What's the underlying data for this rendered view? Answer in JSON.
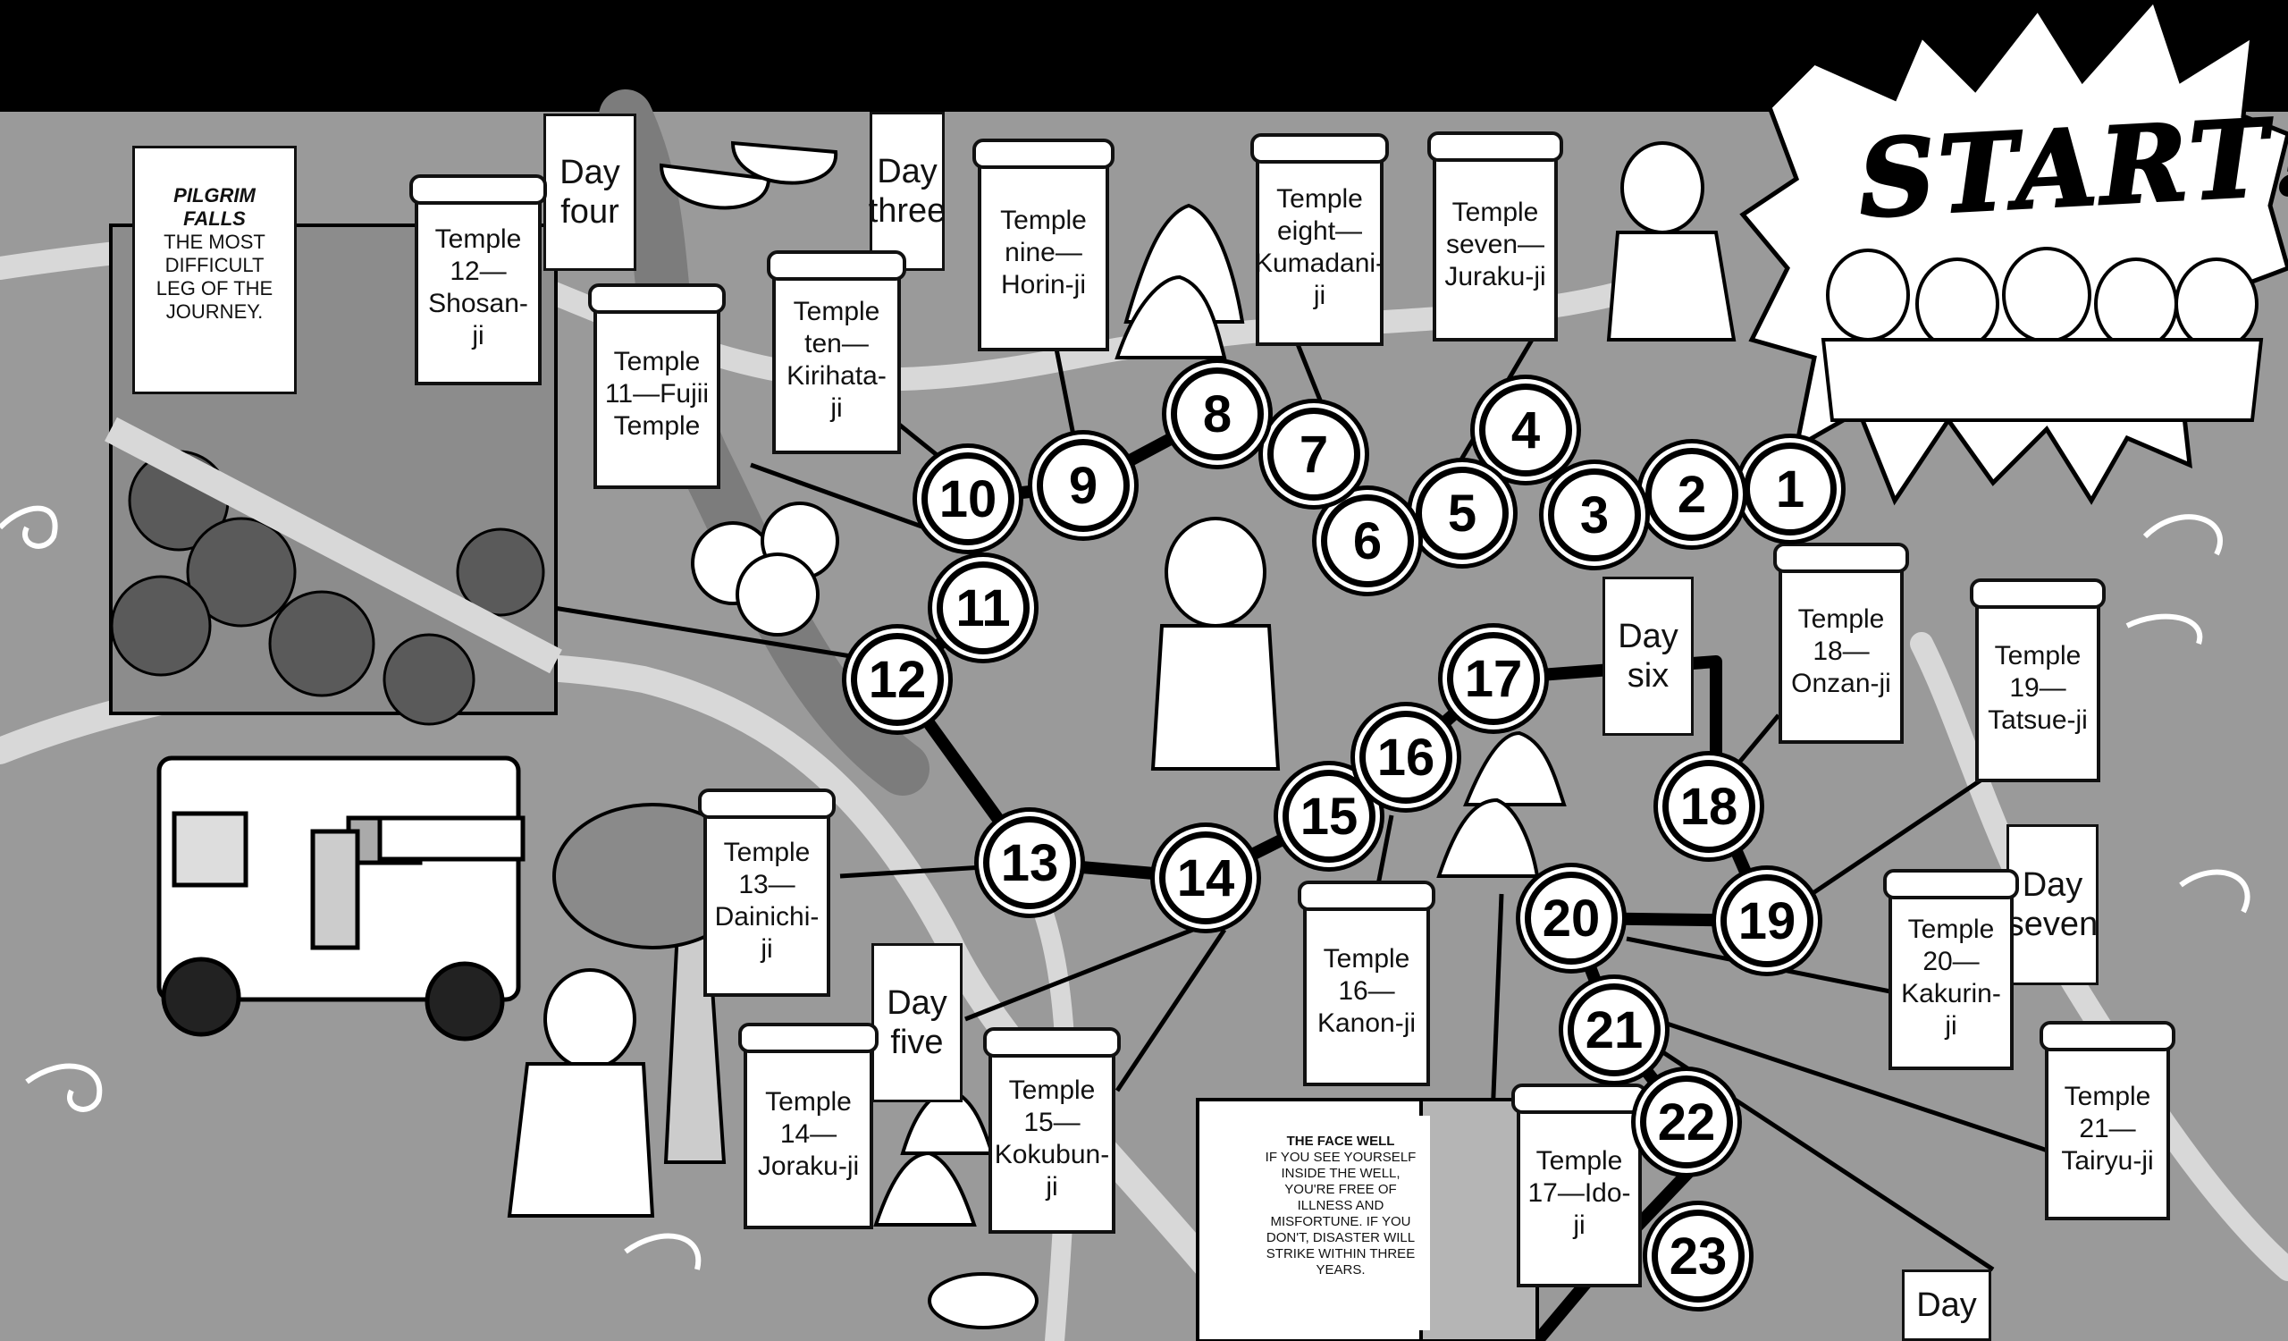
{
  "title": "START!",
  "pilgrim_falls": {
    "heading": "PILGRIM FALLS",
    "text": "THE MOST DIFFICULT LEG OF THE JOURNEY."
  },
  "face_well": {
    "heading": "THE FACE WELL",
    "text": "IF YOU SEE YOURSELF INSIDE THE WELL, YOU'RE FREE OF ILLNESS AND MISFORTUNE. IF YOU DON'T, DISASTER WILL STRIKE WITHIN THREE YEARS."
  },
  "days": {
    "three": "Day\nthree",
    "four": "Day\nfour",
    "five": "Day\nfive",
    "six": "Day\nsix",
    "seven": "Day\nseven",
    "eight": "Day"
  },
  "temples": {
    "t7": "Temple seven—Juraku-ji",
    "t8": "Temple eight—Kumadani-ji",
    "t9": "Temple nine—Horin-ji",
    "t10": "Temple ten—Kirihata-ji",
    "t11": "Temple 11—Fujii Temple",
    "t12": "Temple 12—Shosan-ji",
    "t13": "Temple 13—Dainichi-ji",
    "t14": "Temple 14—Joraku-ji",
    "t15": "Temple 15—Kokubun-ji",
    "t16": "Temple 16—Kanon-ji",
    "t17": "Temple 17—Ido-ji",
    "t18": "Temple 18—Onzan-ji",
    "t19": "Temple 19—Tatsue-ji",
    "t20": "Temple 20—Kakurin-ji",
    "t21": "Temple 21—Tairyu-ji"
  },
  "nodes": [
    "1",
    "2",
    "3",
    "4",
    "5",
    "6",
    "7",
    "8",
    "9",
    "10",
    "11",
    "12",
    "13",
    "14",
    "15",
    "16",
    "17",
    "18",
    "19",
    "20",
    "21",
    "22",
    "23"
  ],
  "colors": {
    "map": "#9a9a9a",
    "ink": "#000000",
    "paper": "#ffffff"
  }
}
